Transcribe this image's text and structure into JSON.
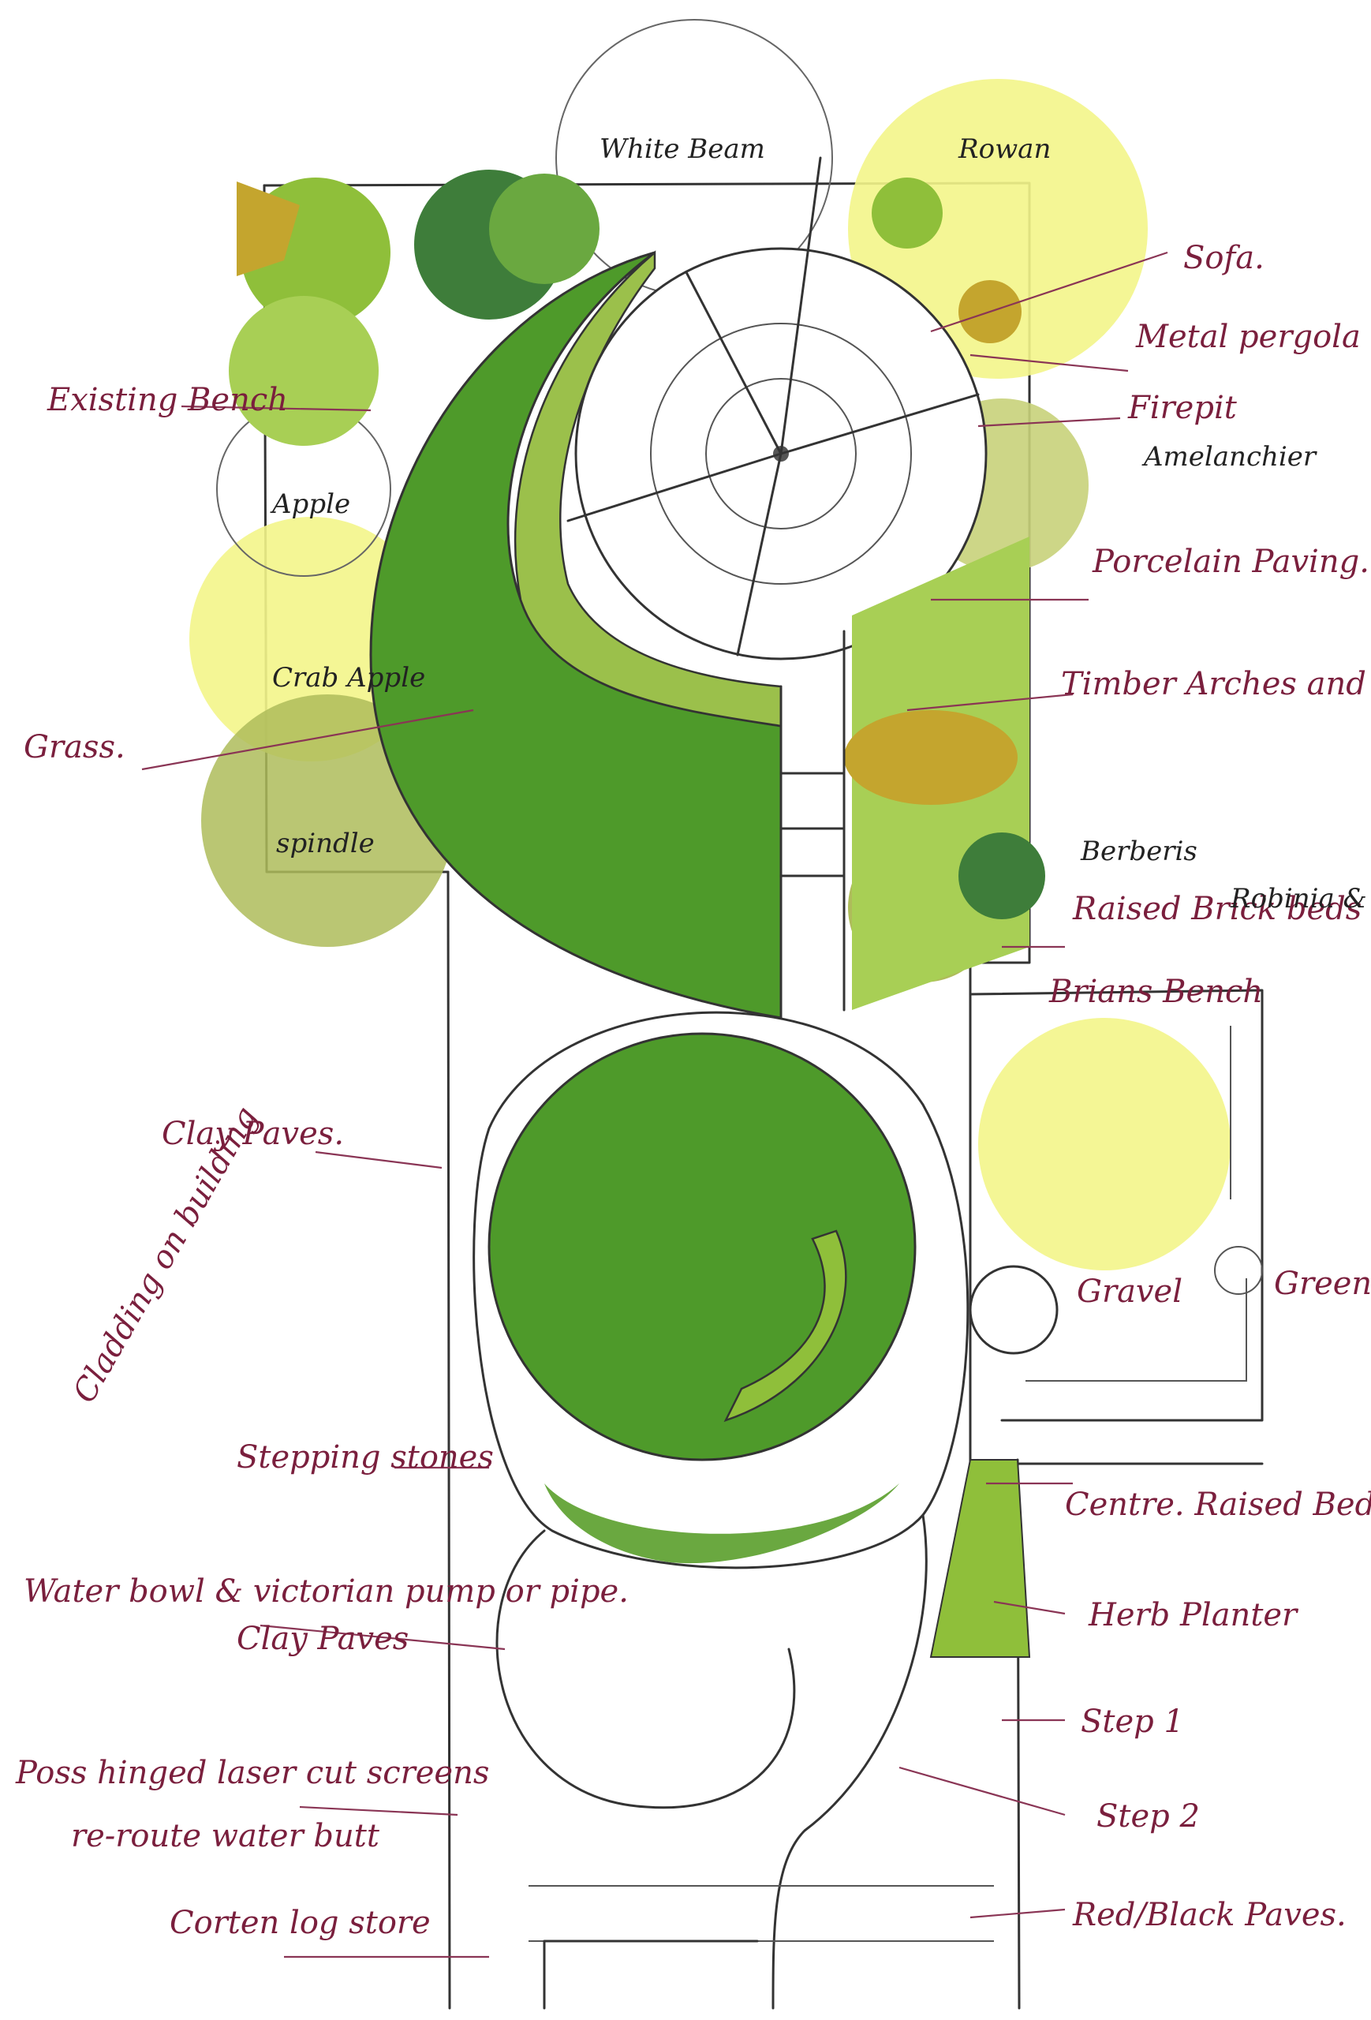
{
  "labels": {
    "white_beam": "White Beam",
    "rowan": "Rowan",
    "sofa": "Sofa.",
    "metal_pergola": "Metal pergola",
    "firepit": "Firepit",
    "amelanchier": "Amelanchier",
    "existing_bench": "Existing Bench",
    "apple": "Apple",
    "crab_apple": "Crab Apple",
    "grass": "Grass.",
    "spindle": "spindle",
    "porcelain_paving": "Porcelain Paving.",
    "timber_arches": "Timber Arches and Screens.",
    "berberis": "Berberis",
    "raised_brick_beds": "Raised Brick beds",
    "robinia": "Robinia & coppertree",
    "brians_bench": "Brians Bench",
    "clay_pavers_top": "Clay Paves.",
    "gravel": "Gravel",
    "greenhouse": "Green house.",
    "cladding": "Cladding on building",
    "stepping_stones": "Stepping stones",
    "centre_raised_bed": "Centre. Raised Bed",
    "water_bowl": "Water bowl & victorian pump or pipe.",
    "clay_pavers_bottom": "Clay Paves",
    "herb_planter": "Herb Planter",
    "laser_screens": "Poss hinged laser cut screens",
    "water_butt": "re-route water butt",
    "step1": "Step 1",
    "step2": "Step 2",
    "corten": "Corten log store",
    "red_black_pavers": "Red/Black Paves."
  },
  "colors": {
    "lawn": "#4e9a2a",
    "lawn_dark": "#3f8420",
    "tree_yellow": "#f3f58a",
    "tree_olive": "#aebc5a",
    "shrub_green": "#8fbf3a",
    "shrub_dark": "#3e7d3a",
    "ochre": "#c4a52e",
    "ink": "#333333",
    "annotation": "#7a1f3d"
  }
}
